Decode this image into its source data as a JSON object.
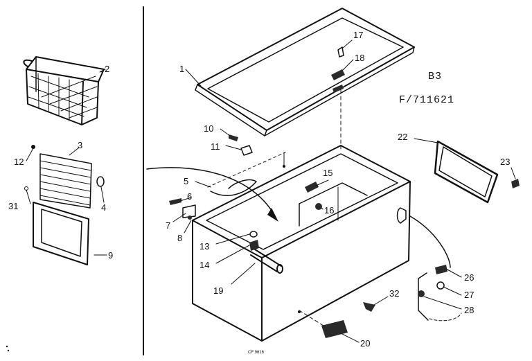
{
  "header": {
    "model_code": "B3",
    "model_number": "F/711621"
  },
  "footer": {
    "drawing_code": "CF 9616"
  },
  "colors": {
    "ink": "#111111",
    "paper": "#ffffff",
    "dark_part": "#2a2a2a"
  },
  "parts": [
    {
      "id": "1",
      "label": "1"
    },
    {
      "id": "2",
      "label": "2"
    },
    {
      "id": "3",
      "label": "3"
    },
    {
      "id": "4",
      "label": "4"
    },
    {
      "id": "5",
      "label": "5"
    },
    {
      "id": "6",
      "label": "6"
    },
    {
      "id": "7",
      "label": "7"
    },
    {
      "id": "8",
      "label": "8"
    },
    {
      "id": "9",
      "label": "9"
    },
    {
      "id": "10",
      "label": "10"
    },
    {
      "id": "11",
      "label": "11"
    },
    {
      "id": "12",
      "label": "12"
    },
    {
      "id": "13",
      "label": "13"
    },
    {
      "id": "14",
      "label": "14"
    },
    {
      "id": "15",
      "label": "15"
    },
    {
      "id": "16",
      "label": "16"
    },
    {
      "id": "17",
      "label": "17"
    },
    {
      "id": "18",
      "label": "18"
    },
    {
      "id": "19",
      "label": "19"
    },
    {
      "id": "20",
      "label": "20"
    },
    {
      "id": "22",
      "label": "22"
    },
    {
      "id": "23",
      "label": "23"
    },
    {
      "id": "26",
      "label": "26"
    },
    {
      "id": "27",
      "label": "27"
    },
    {
      "id": "28",
      "label": "28"
    },
    {
      "id": "31",
      "label": "31"
    },
    {
      "id": "32",
      "label": "32"
    }
  ]
}
